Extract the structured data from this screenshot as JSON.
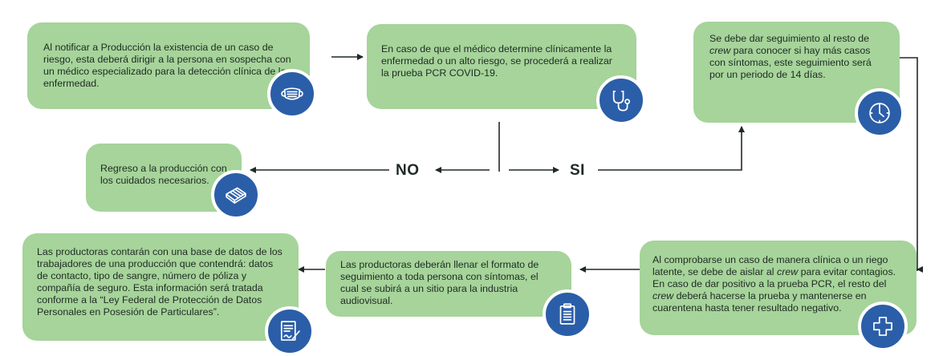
{
  "nodes": {
    "notify": {
      "text": "Al notificar a Producción la existencia de un caso de riesgo, esta deberá dirigir a la persona en sospecha con un médico especializado para la detección clínica de la enfermedad.",
      "icon": "face-mask-icon"
    },
    "pcr": {
      "text": "En caso de que el médico determine clínicamente la enfermedad o un alto riesgo, se procederá a realizar la prueba PCR COVID-19.",
      "icon": "stethoscope-icon"
    },
    "followup": {
      "text_a": "Se debe dar seguimiento al resto de ",
      "text_em": "crew",
      "text_b": " para conocer si hay más casos con síntomas, este seguimiento será por un periodo de 14 días.",
      "icon": "clock-icon"
    },
    "return": {
      "text": "Regreso a la producción con los cuidados necesarios.",
      "icon": "clapperboard-icon"
    },
    "isolate": {
      "text_a": "Al comprobarse un caso de manera clínica o un riego latente, se debe de aislar al ",
      "text_em1": "crew",
      "text_b": " para evitar contagios. En caso de dar positivo a la prueba PCR, el resto del ",
      "text_em2": "crew",
      "text_c": " deberá hacerse la prueba y mantenerse en cuarentena hasta tener resultado negativo.",
      "icon": "medical-cross-icon"
    },
    "format": {
      "text": "Las productoras deberán llenar el formato de seguimiento a toda persona con síntomas, el cual se subirá a un sitio para la industria audiovisual.",
      "icon": "clipboard-icon"
    },
    "database": {
      "text": "Las productoras contarán con una base de datos de los trabajadores de una producción que contendrá: datos de contacto, tipo de sangre, número de póliza y compañía de seguro. Esta información será tratada conforme a la “Ley Federal de Protección de Datos Personales en Posesión de Particulares”.",
      "icon": "document-signature-icon"
    }
  },
  "branches": {
    "no": "NO",
    "yes": "SI"
  },
  "colors": {
    "box": "#a6d49a",
    "icon": "#2b5ea8",
    "line": "#1f2a24"
  }
}
